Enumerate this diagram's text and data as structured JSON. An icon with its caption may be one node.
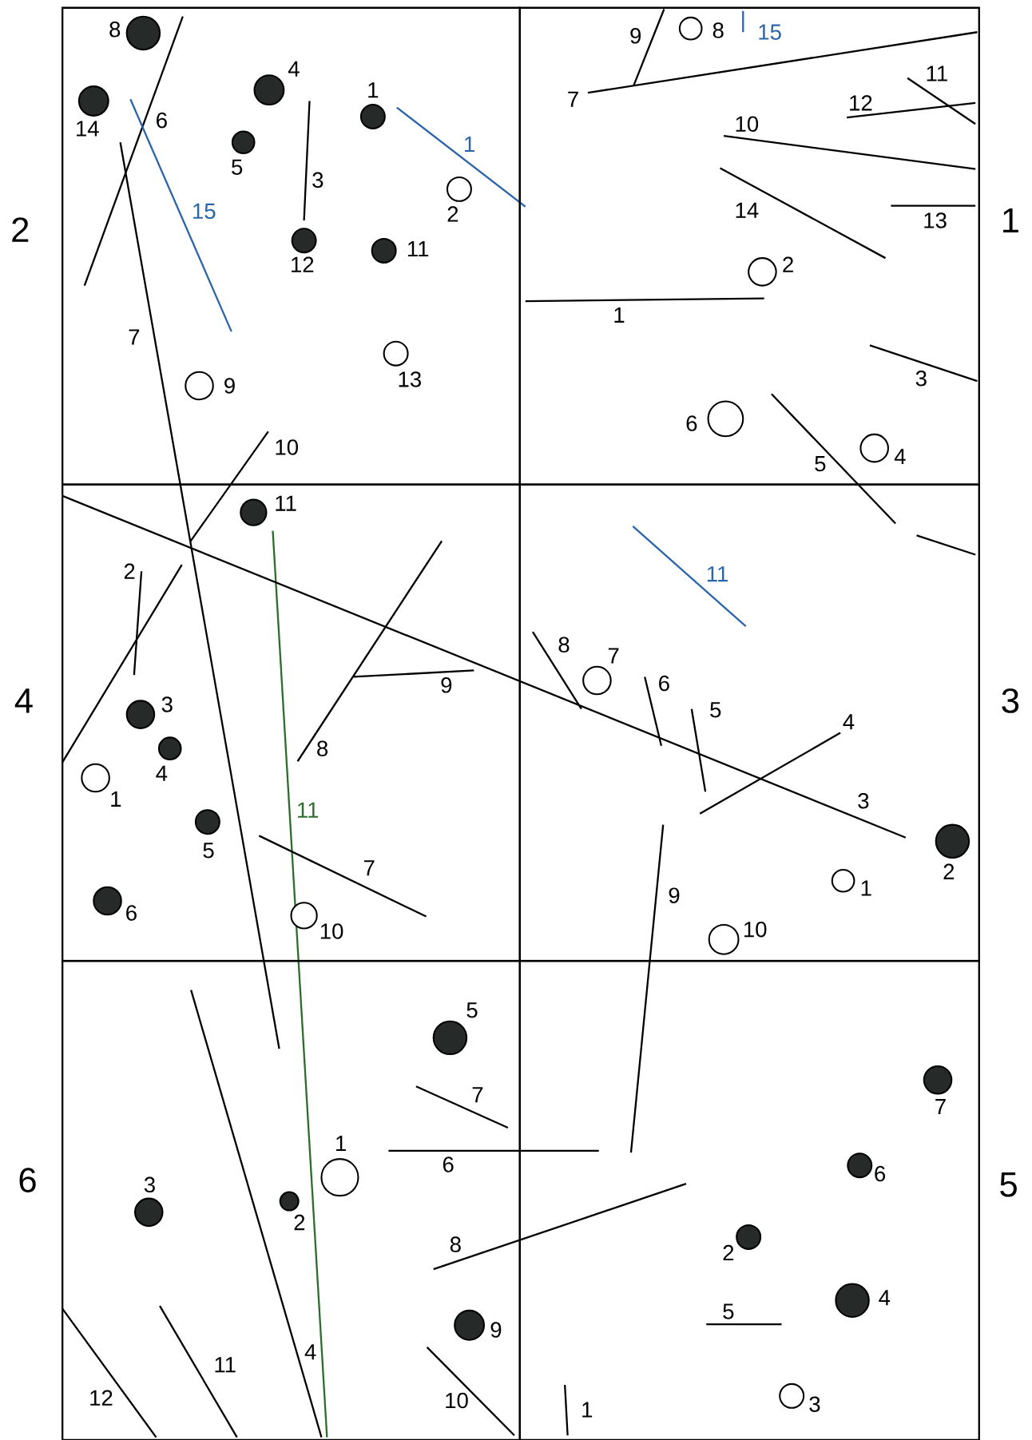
{
  "diagram": {
    "nodes": [
      {
        "text": [
          "2"
        ]
      },
      {
        "text": [
          "1"
        ]
      },
      {
        "text": [
          "4"
        ]
      },
      {
        "text": [
          "3"
        ]
      },
      {
        "text": [
          "6"
        ]
      },
      {
        "text": [
          "5"
        ]
      },
      {
        "text": [],
        "shape": "dot",
        "beside": [
          "8"
        ],
        "in": 0
      },
      {
        "text": [],
        "shape": "dot",
        "beside": [
          "14"
        ],
        "in": 0
      },
      {
        "text": [],
        "shape": "dot",
        "beside": [
          "4"
        ],
        "in": 0
      },
      {
        "text": [],
        "shape": "dot",
        "beside": [
          "5"
        ],
        "in": 0
      },
      {
        "text": [],
        "shape": "dot",
        "beside": [
          "1"
        ],
        "in": 0
      },
      {
        "text": [],
        "shape": "circle",
        "beside": [
          "2"
        ],
        "in": 0
      },
      {
        "text": [],
        "shape": "dot",
        "beside": [
          "12"
        ],
        "in": 0
      },
      {
        "text": [],
        "shape": "dot",
        "beside": [
          "11"
        ],
        "in": 0
      },
      {
        "text": [],
        "shape": "circle",
        "beside": [
          "13"
        ],
        "in": 0
      },
      {
        "text": [],
        "shape": "circle",
        "beside": [
          "9"
        ],
        "in": 0
      },
      {
        "text": [],
        "shape": "circle",
        "beside": [
          "8"
        ],
        "in": 1
      },
      {
        "text": [],
        "shape": "circle",
        "beside": [
          "2"
        ],
        "in": 1
      },
      {
        "text": [],
        "shape": "circle",
        "beside": [
          "6"
        ],
        "in": 1
      },
      {
        "text": [],
        "shape": "circle",
        "beside": [
          "4"
        ],
        "in": 1
      },
      {
        "text": [],
        "shape": "dot",
        "beside": [
          "11"
        ],
        "in": 2
      },
      {
        "text": [],
        "shape": "dot",
        "beside": [
          "3"
        ],
        "in": 2
      },
      {
        "text": [],
        "shape": "dot",
        "beside": [
          "4"
        ],
        "in": 2
      },
      {
        "text": [],
        "shape": "circle",
        "beside": [
          "1"
        ],
        "in": 2
      },
      {
        "text": [],
        "shape": "dot",
        "beside": [
          "5"
        ],
        "in": 2
      },
      {
        "text": [],
        "shape": "dot",
        "beside": [
          "6"
        ],
        "in": 2
      },
      {
        "text": [],
        "shape": "circle",
        "beside": [
          "10"
        ],
        "in": 2
      },
      {
        "text": [],
        "shape": "circle",
        "beside": [
          "7"
        ],
        "in": 3
      },
      {
        "text": [],
        "shape": "dot",
        "beside": [
          "2"
        ],
        "in": 3
      },
      {
        "text": [],
        "shape": "circle",
        "beside": [
          "1"
        ],
        "in": 3
      },
      {
        "text": [],
        "shape": "circle",
        "beside": [
          "10"
        ],
        "in": 3
      },
      {
        "text": [],
        "shape": "dot",
        "beside": [
          "5"
        ],
        "in": 4
      },
      {
        "text": [],
        "shape": "circle",
        "beside": [
          "1"
        ],
        "in": 4
      },
      {
        "text": [],
        "shape": "dot",
        "beside": [
          "3"
        ],
        "in": 4
      },
      {
        "text": [],
        "shape": "dot",
        "beside": [
          "2"
        ],
        "in": 4
      },
      {
        "text": [],
        "shape": "dot",
        "beside": [
          "9"
        ],
        "in": 4
      },
      {
        "text": [],
        "shape": "dot",
        "beside": [
          "7"
        ],
        "in": 5
      },
      {
        "text": [],
        "shape": "dot",
        "beside": [
          "6"
        ],
        "in": 5
      },
      {
        "text": [],
        "shape": "dot",
        "beside": [
          "2"
        ],
        "in": 5
      },
      {
        "text": [],
        "shape": "dot",
        "beside": [
          "4"
        ],
        "in": 5
      },
      {
        "text": [],
        "shape": "circle",
        "beside": [
          "3"
        ],
        "in": 5
      }
    ],
    "labels": [
      "6",
      "15",
      "7",
      "3",
      "1",
      "10",
      "9",
      "15",
      "7",
      "11",
      "12",
      "10",
      "14",
      "13",
      "1",
      "3",
      "5",
      "2",
      "11",
      "8",
      "9",
      "7",
      "11",
      "8",
      "6",
      "5",
      "4",
      "3",
      "9",
      "7",
      "6",
      "8",
      "10",
      "4",
      "11",
      "12",
      "5",
      "1"
    ]
  }
}
